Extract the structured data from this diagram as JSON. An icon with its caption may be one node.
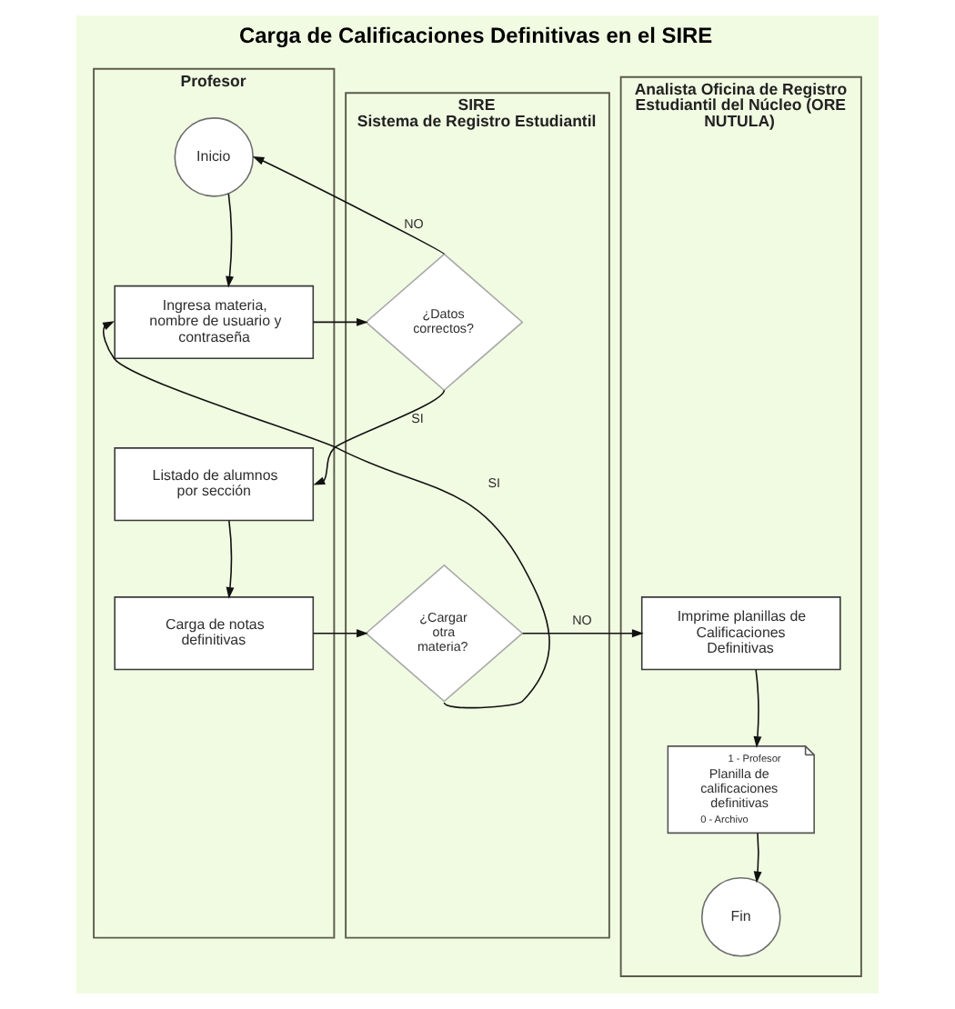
{
  "diagram": {
    "title": "Carga de Calificaciones Definitivas en el SIRE",
    "nodes": [
      {
        "text": [
          "Profesor"
        ]
      },
      {
        "text": [
          "Inicio"
        ],
        "in": 0
      },
      {
        "text": [
          "Ingresa materia, nombre de usuario y contraseña"
        ],
        "in": 0
      },
      {
        "text": [
          "Listado de alumnos por sección"
        ],
        "in": 0
      },
      {
        "text": [
          "Carga de notas definitivas"
        ],
        "in": 0
      },
      {
        "text": [
          "SIRE",
          "Sistema de Registro Estudiantil"
        ]
      },
      {
        "text": [
          "¿Datos correctos?"
        ],
        "in": 5
      },
      {
        "text": [
          "¿Cargar otra materia?"
        ],
        "in": 5
      },
      {
        "text": [
          "Analista Oficina de Registro Estudiantil del Núcleo (ORE NUTULA)"
        ]
      },
      {
        "text": [
          "Imprime planillas de Calificaciones Definitivas"
        ],
        "in": 8
      },
      {
        "text": [
          "1 - Profesor",
          "Planilla de calificaciones definitivas",
          "0 - Archivo"
        ],
        "in": 8
      },
      {
        "text": [
          "Fin"
        ],
        "in": 8
      }
    ],
    "edges": [
      {
        "from": 1,
        "to": 2,
        "arrow": "to"
      },
      {
        "from": 2,
        "to": 6,
        "arrow": "to"
      },
      {
        "from": 6,
        "to": 1,
        "label": "NO",
        "arrow": "to"
      },
      {
        "from": 6,
        "to": 3,
        "label": "SI",
        "arrow": "to"
      },
      {
        "from": 3,
        "to": 4,
        "arrow": "to"
      },
      {
        "from": 4,
        "to": 7,
        "arrow": "to"
      },
      {
        "from": 7,
        "to": 9,
        "label": "NO",
        "arrow": "to"
      },
      {
        "from": 7,
        "to": 2,
        "label": "SI",
        "arrow": "to"
      },
      {
        "from": 9,
        "to": 10,
        "arrow": "to"
      },
      {
        "from": 10,
        "to": 11,
        "arrow": "to"
      }
    ]
  }
}
